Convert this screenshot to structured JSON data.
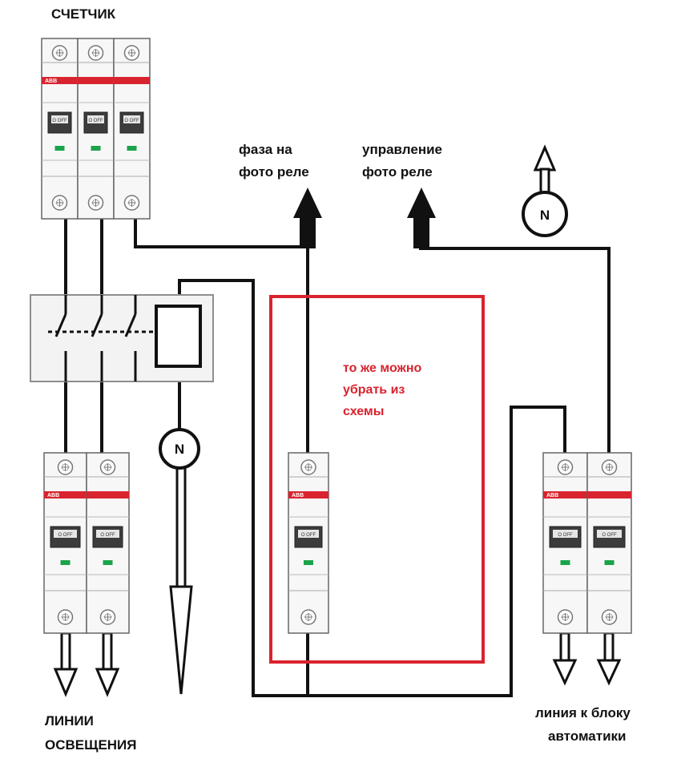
{
  "labels": {
    "meter": "СЧЕТЧИК",
    "phase_photo_relay": [
      "фаза на",
      "фото реле"
    ],
    "control_photo_relay": [
      "управление",
      "фото реле"
    ],
    "note": [
      "то же можно",
      "убрать из",
      "схемы"
    ],
    "lighting_lines": [
      "ЛИНИИ",
      "ОСВЕЩЕНИЯ"
    ],
    "automation_line": [
      "линия к блоку",
      "автоматики"
    ]
  },
  "neutral_symbol": "N",
  "breaker": {
    "brand": "ABB",
    "switch_text": "O OFF"
  },
  "colors": {
    "wire": "#111111",
    "highlight_box": "#d9232e",
    "breaker_band": "#d9232e",
    "indicator": "#1aa34a",
    "breaker_body": "#f7f7f7"
  }
}
